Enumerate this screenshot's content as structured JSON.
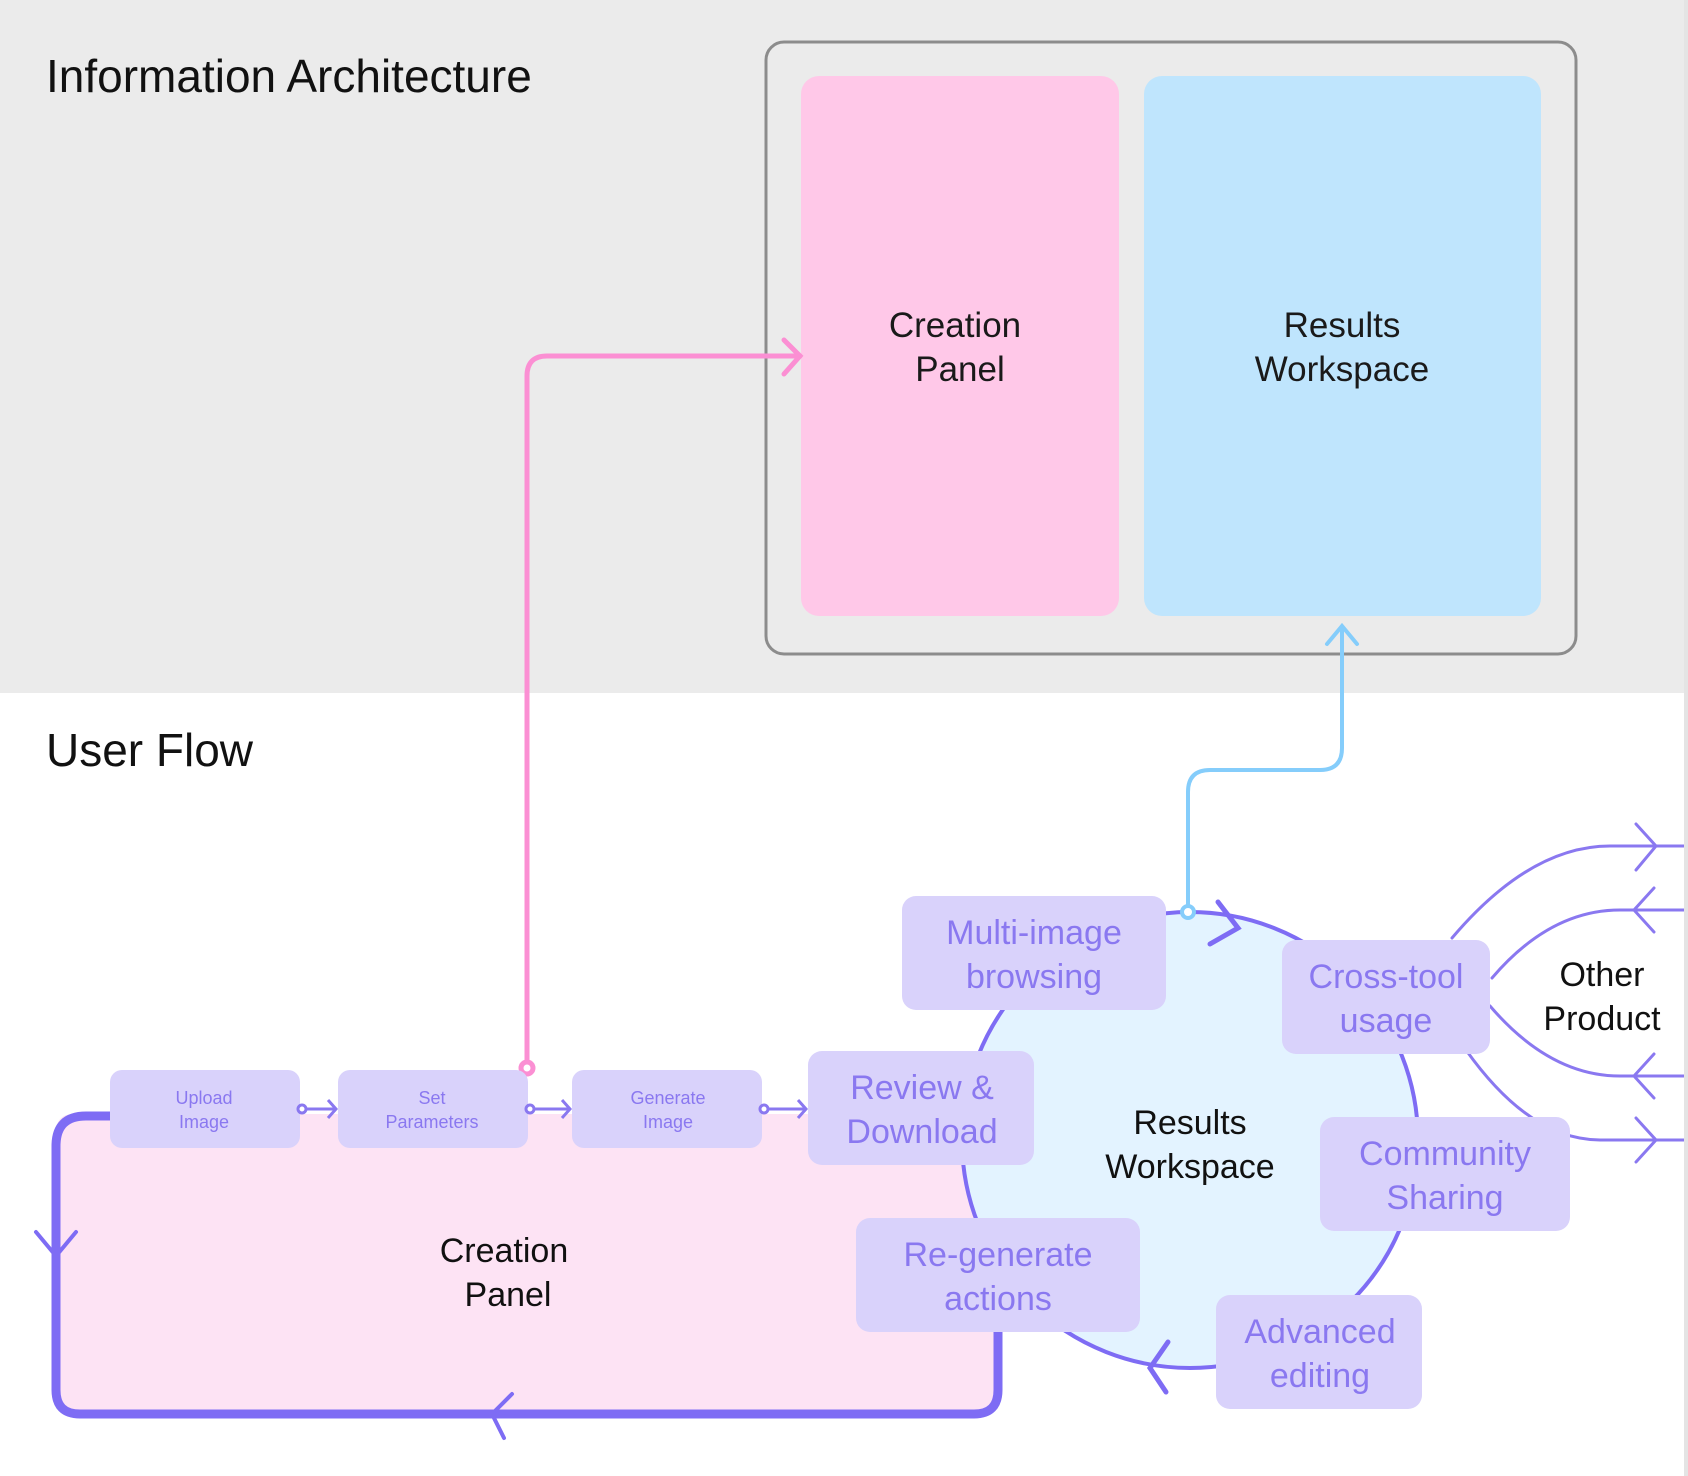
{
  "colors": {
    "ia_background": "#ebebeb",
    "flow_background": "#ffffff",
    "frame_stroke": "#8c8c8c",
    "creation_panel": "#ffc8e8",
    "results_workspace": "#bfe5fd",
    "creation_panel_area": "#fde3f4",
    "results_workspace_area": "#e3f3ff",
    "node_fill": "#d9d2fb",
    "node_text": "#8a78f0",
    "flow_stroke": "#7e6cf4",
    "pink_connector": "#fb8fd3",
    "blue_connector": "#85cdfb"
  },
  "information_architecture": {
    "title": "Information Architecture",
    "panels": [
      {
        "id": "creation-panel",
        "line1": "Creation",
        "line2": "Panel"
      },
      {
        "id": "results-workspace",
        "line1": "Results",
        "line2": "Workspace"
      }
    ]
  },
  "user_flow": {
    "title": "User Flow",
    "creation_panel": {
      "line1": "Creation",
      "line2": "Panel"
    },
    "results_workspace": {
      "line1": "Results",
      "line2": "Workspace"
    },
    "other_product": {
      "line1": "Other",
      "line2": "Product"
    },
    "steps": [
      {
        "line1": "Upload",
        "line2": "Image"
      },
      {
        "line1": "Set",
        "line2": "Parameters"
      },
      {
        "line1": "Generate",
        "line2": "Image"
      },
      {
        "line1": "Review &",
        "line2": "Download"
      }
    ],
    "workspace_actions": [
      {
        "line1": "Multi-image",
        "line2": "browsing"
      },
      {
        "line1": "Cross-tool",
        "line2": "usage"
      },
      {
        "line1": "Community",
        "line2": "Sharing"
      },
      {
        "line1": "Advanced",
        "line2": "editing"
      },
      {
        "line1": "Re-generate",
        "line2": "actions"
      }
    ]
  }
}
